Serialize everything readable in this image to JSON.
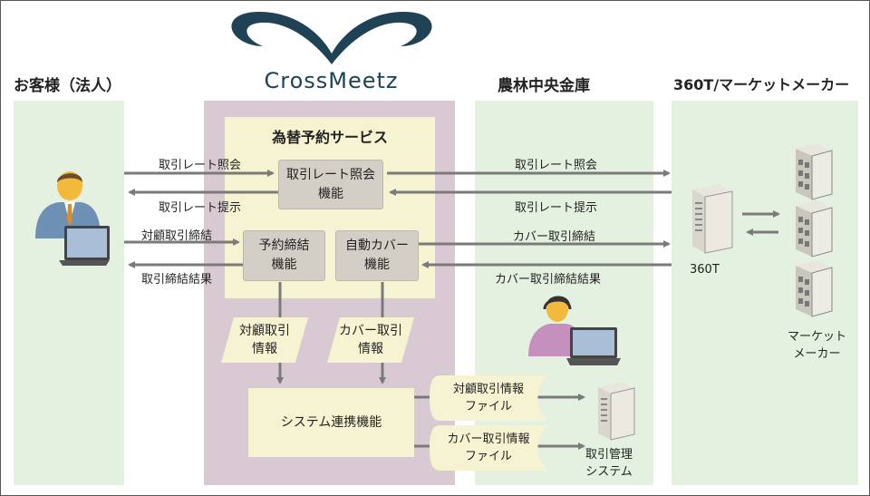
{
  "logo": {
    "text": "CrossMeetz"
  },
  "columns": {
    "customer": "お客様（法人）",
    "service": "為替予約サービス",
    "bank": "農林中央金庫",
    "market": "360T/マーケットメーカー"
  },
  "boxes": {
    "rate_inquiry": [
      "取引レート照会",
      "機能"
    ],
    "booking": [
      "予約締結",
      "機能"
    ],
    "auto_cover": [
      "自動カバー",
      "機能"
    ],
    "system_link": "システム連携機能"
  },
  "parallelograms": {
    "customer_trade": [
      "対顧取引",
      "情報"
    ],
    "cover_trade": [
      "カバー取引",
      "情報"
    ]
  },
  "files": {
    "customer_file": [
      "対顧取引情報",
      "ファイル"
    ],
    "cover_file": [
      "カバー取引情報",
      "ファイル"
    ]
  },
  "arrows": {
    "rate_inquiry_left": "取引レート照会",
    "rate_present_left": "取引レート提示",
    "booking_left": "対顧取引締結",
    "result_left": "取引締結結果",
    "rate_inquiry_right": "取引レート照会",
    "rate_present_right": "取引レート提示",
    "cover_right": "カバー取引締結",
    "cover_result_right": "カバー取引締結結果"
  },
  "nodes": {
    "t360": "360T",
    "market_maker": [
      "マーケット",
      "メーカー"
    ],
    "mgmt": [
      "取引管理",
      "システム"
    ]
  },
  "colors": {
    "column_green": "#e4f1e1",
    "service_purple": "#d9c9d3",
    "service_inner": "#f6f3d3",
    "box_gray": "#d4cfc6",
    "arrow_gray": "#7a7a7a",
    "logo_navy": "#1f4254"
  }
}
